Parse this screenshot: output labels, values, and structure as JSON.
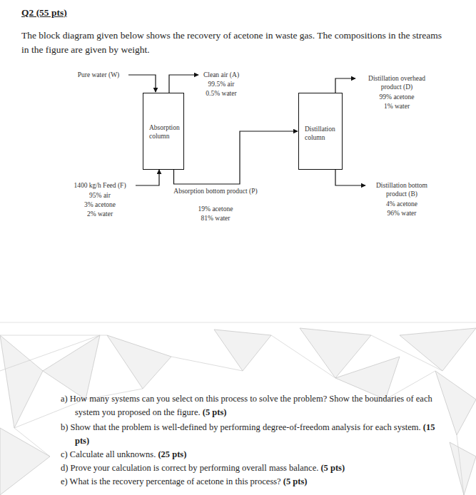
{
  "diagram": {
    "title": "Q2 (55 pts)",
    "nodes": [
      {
        "text": [
          "Absorption column"
        ]
      },
      {
        "text": [
          "Distillation column"
        ]
      }
    ],
    "edges": [
      {
        "from": 0,
        "to": 1,
        "arrow": "to"
      }
    ],
    "labels": [
      "The block diagram given below shows the recovery of acetone in waste gas. The compositions in the streams in the figure are given by weight.",
      "Pure water (W)",
      "Clean air (A)",
      "99.5% air",
      "0.5% water",
      "Distillation overhead product (D)",
      "99% acetone",
      "1% water",
      "1400 kg/h Feed (F)",
      "95% air",
      "3% acetone",
      "2% water",
      "Absorption bottom product (P)",
      "19% acetone",
      "81% water",
      "Distillation bottom product (B)",
      "4% acetone",
      "96% water",
      "a) How many systems can you select on this process to solve the problem? Show the boundaries of each system you proposed on the figure.",
      "(5 pts)",
      "b) Show that the problem is well-defined by performing degree-of-freedom analysis for each system.",
      "(15 pts)",
      "c) Calculate all unknowns.",
      "(25 pts)",
      "d) Prove your calculation is correct by performing overall mass balance.",
      "(5 pts)",
      "e) What is the recovery percentage of acetone in this process?",
      "(5 pts)"
    ]
  }
}
